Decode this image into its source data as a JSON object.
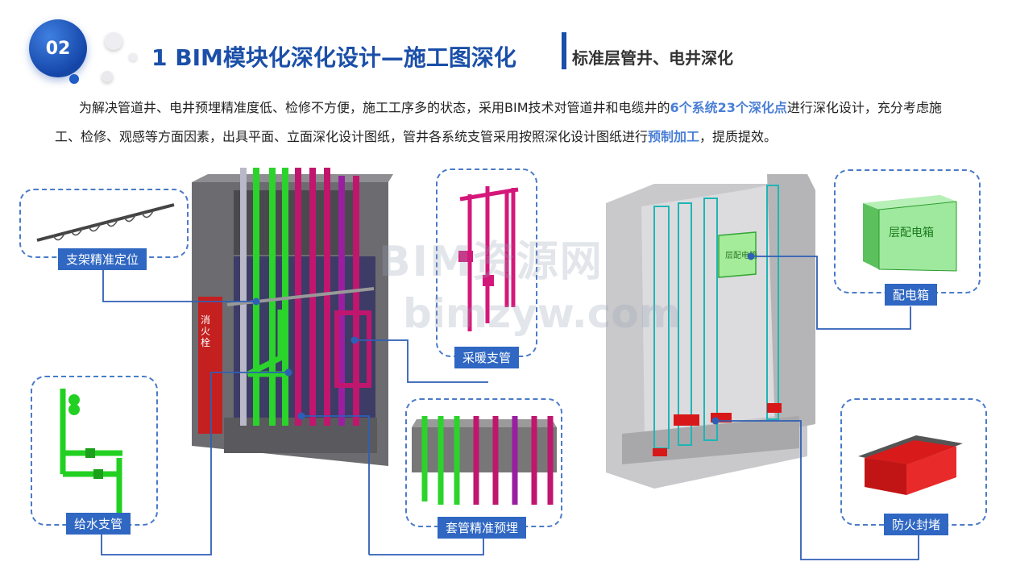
{
  "badge": "02",
  "title": "1 BIM模块化深化设计—施工图深化",
  "subtitle": "标准层管井、电井深化",
  "paragraph": {
    "part1": "为解决管道井、电井预埋精准度低、检修不方便，施工工序多的状态，采用BIM技术对管道井和电缆井的",
    "highlight1": "6个系统23个深化点",
    "part2": "进行深化设计，充分考虑施工、检修、观感等方面因素，出具平面、立面深化设计图纸，管井各系统支管采用按照深化设计图纸进行",
    "highlight2": "预制加工",
    "part3": "，提质提效。"
  },
  "callouts": {
    "support": "支架精准定位",
    "water": "给水支管",
    "heating": "采暖支管",
    "sleeve": "套管精准预埋",
    "panel": "配电箱",
    "fire": "防火封堵"
  },
  "panel_box_text": "层配电箱",
  "panel_box_small": "层配电箱",
  "shaft_sign": "消火栓",
  "watermark": {
    "line1": "BIM资源网",
    "line2": "bimzyw.com"
  },
  "colors": {
    "accent": "#1b4fa8",
    "label_bg": "#2f67c2",
    "highlight": "#4a7fd6",
    "pipe_green": "#2bd42b",
    "pipe_magenta": "#c0166e",
    "fire_red": "#e01515"
  }
}
